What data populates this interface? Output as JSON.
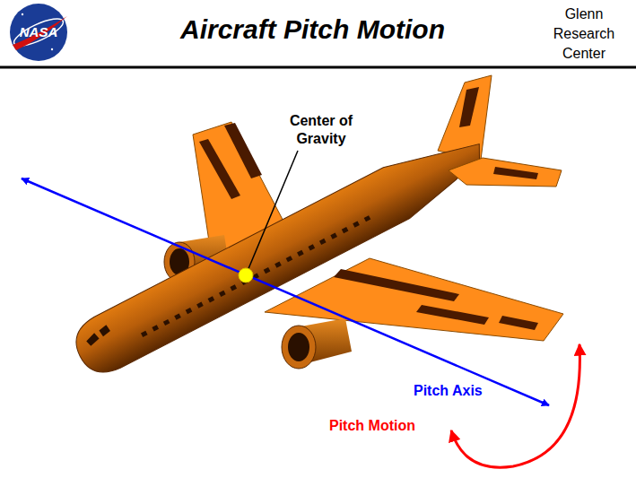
{
  "diagram": {
    "title": "Aircraft Pitch Motion",
    "labels": [
      "NASA",
      "Glenn Research Center",
      "Center of Gravity",
      "Pitch Axis",
      "Pitch Motion"
    ]
  }
}
